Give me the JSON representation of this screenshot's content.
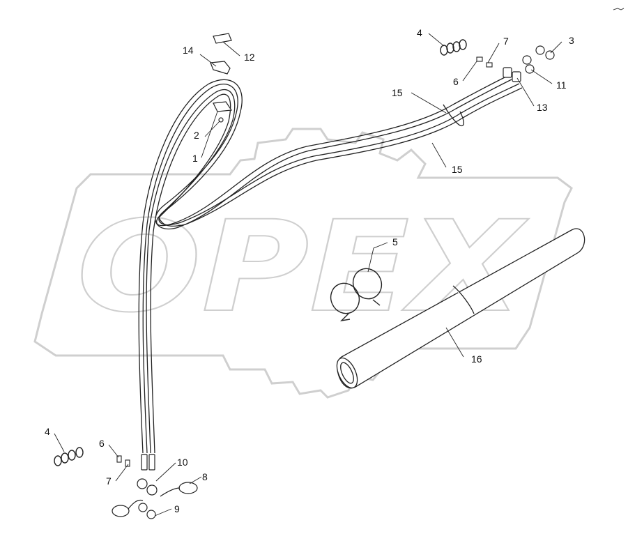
{
  "watermark": {
    "text": "OPEX"
  },
  "labels": {
    "l1": "1",
    "l2": "2",
    "l3": "3",
    "l4a": "4",
    "l4b": "4",
    "l5": "5",
    "l6a": "6",
    "l6b": "6",
    "l7a": "7",
    "l7b": "7",
    "l8": "8",
    "l9": "9",
    "l10": "10",
    "l11": "11",
    "l12": "12",
    "l13": "13",
    "l14": "14",
    "l15a": "15",
    "l15b": "15",
    "l16": "16"
  },
  "colors": {
    "line": "#222222",
    "watermark": "#cfcfcf",
    "background": "#ffffff"
  }
}
